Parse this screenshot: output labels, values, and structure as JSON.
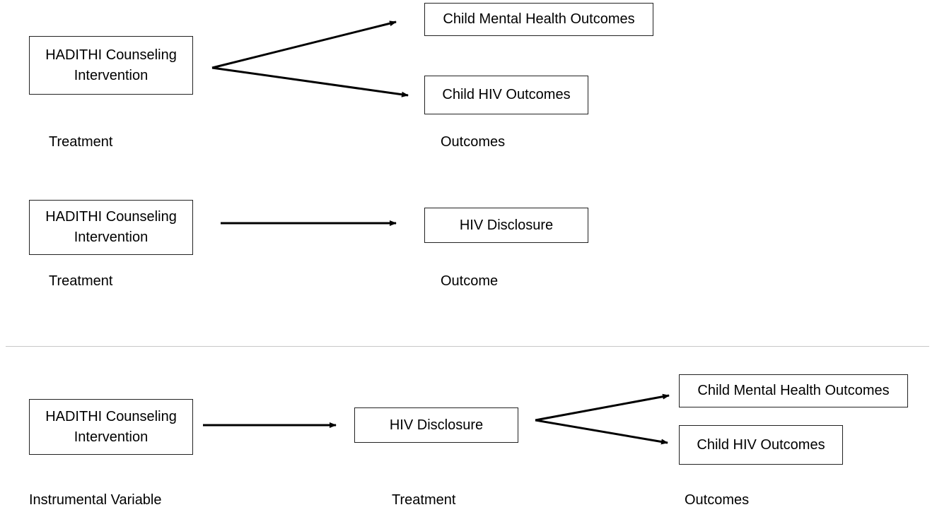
{
  "diagram1": {
    "treatment_box": "HADITHI Counseling Intervention",
    "outcome_box_1": "Child Mental Health Outcomes",
    "outcome_box_2": "Child HIV Outcomes",
    "label_left": "Treatment",
    "label_right": "Outcomes"
  },
  "diagram2": {
    "treatment_box": "HADITHI Counseling Intervention",
    "outcome_box": "HIV Disclosure",
    "label_left": "Treatment",
    "label_right": "Outcome"
  },
  "diagram3": {
    "instrument_box": "HADITHI Counseling Intervention",
    "treatment_box": "HIV Disclosure",
    "outcome_box_1": "Child Mental Health Outcomes",
    "outcome_box_2": "Child HIV Outcomes",
    "label_left": "Instrumental Variable",
    "label_middle": "Treatment",
    "label_right": "Outcomes"
  },
  "colors": {
    "stroke": "#000000",
    "box_border": "#222222",
    "divider": "#c8c8c8"
  }
}
